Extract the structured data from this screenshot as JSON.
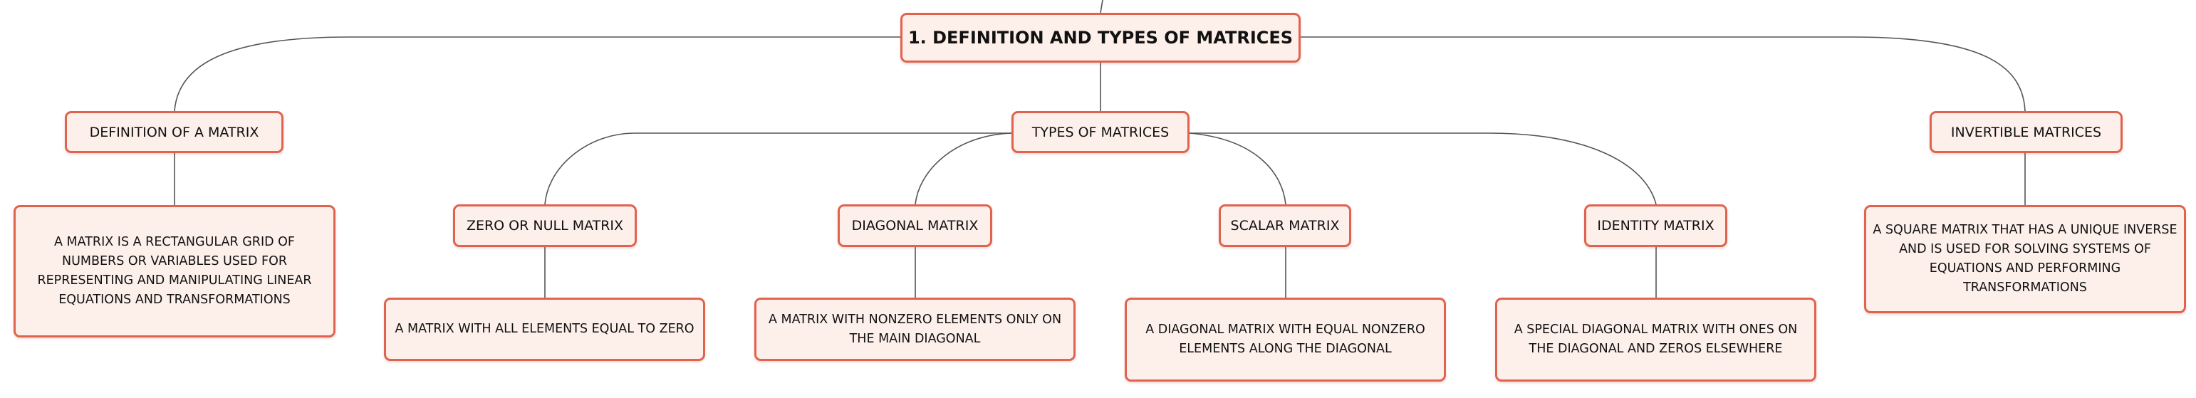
{
  "root": {
    "label": "1. DEFINITION AND TYPES OF MATRICES"
  },
  "branches": {
    "definition": {
      "label": "DEFINITION OF A MATRIX",
      "detail": "A MATRIX IS A RECTANGULAR GRID OF NUMBERS OR VARIABLES USED FOR REPRESENTING AND MANIPULATING LINEAR EQUATIONS AND TRANSFORMATIONS"
    },
    "types": {
      "label": "TYPES OF MATRICES",
      "zero": {
        "label": "ZERO OR NULL MATRIX",
        "detail": "A MATRIX WITH ALL ELEMENTS EQUAL TO ZERO"
      },
      "diagonal": {
        "label": "DIAGONAL MATRIX",
        "detail": "A MATRIX WITH NONZERO ELEMENTS ONLY ON THE MAIN DIAGONAL"
      },
      "scalar": {
        "label": "SCALAR MATRIX",
        "detail": "A DIAGONAL MATRIX WITH EQUAL NONZERO ELEMENTS ALONG THE DIAGONAL"
      },
      "identity": {
        "label": "IDENTITY MATRIX",
        "detail": "A SPECIAL DIAGONAL MATRIX WITH ONES ON THE DIAGONAL AND ZEROS ELSEWHERE"
      }
    },
    "invertible": {
      "label": "INVERTIBLE MATRICES",
      "detail": "A SQUARE MATRIX THAT HAS A UNIQUE INVERSE AND IS USED FOR SOLVING SYSTEMS OF EQUATIONS AND PERFORMING TRANSFORMATIONS"
    }
  },
  "colors": {
    "node_border": "#e0634f",
    "node_fill": "#fdf0eb",
    "connector": "#555555"
  }
}
